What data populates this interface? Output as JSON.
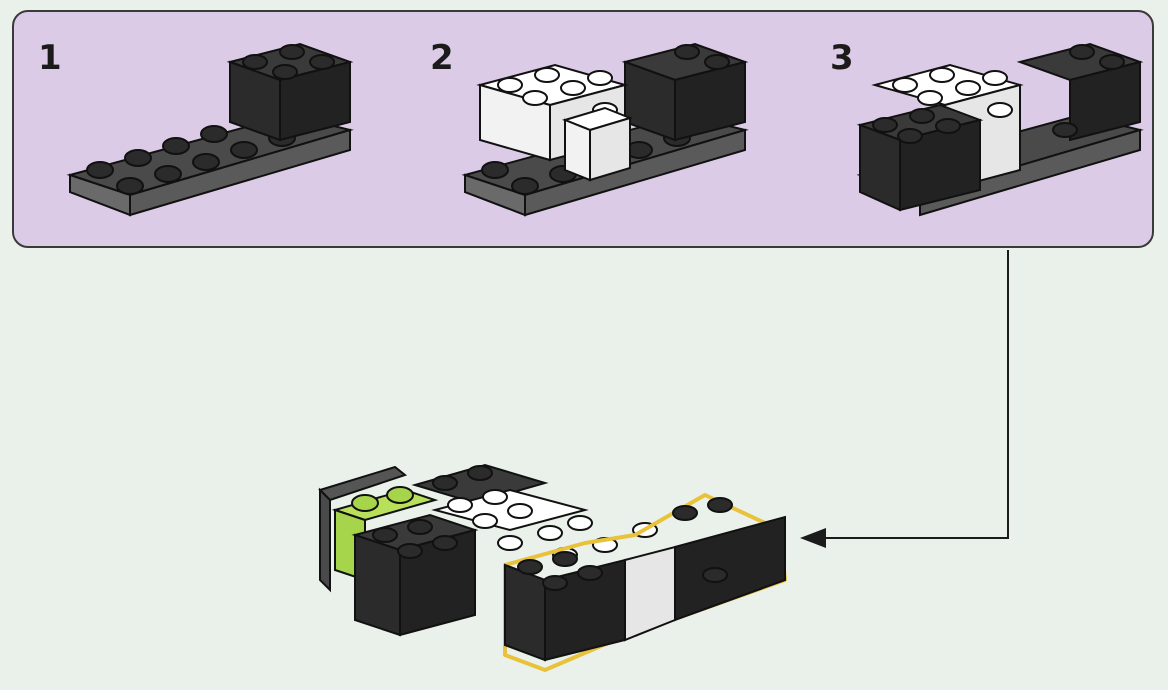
{
  "steps": [
    {
      "number": "1"
    },
    {
      "number": "2"
    },
    {
      "number": "3"
    }
  ],
  "colors": {
    "panel_bg": "#dccbe6",
    "page_bg": "#eaf1ea",
    "brick_black": "#2b2b2b",
    "brick_white": "#ffffff",
    "plate_gray": "#5a5a5a",
    "brick_green": "#a6d44a",
    "highlight_outline": "#e8c23a"
  },
  "icons": {
    "step1": "lego-assembly-step-1-icon",
    "step2": "lego-assembly-step-2-icon",
    "step3": "lego-assembly-step-3-icon",
    "final": "lego-final-model-icon",
    "arrow": "arrow-left-icon"
  }
}
